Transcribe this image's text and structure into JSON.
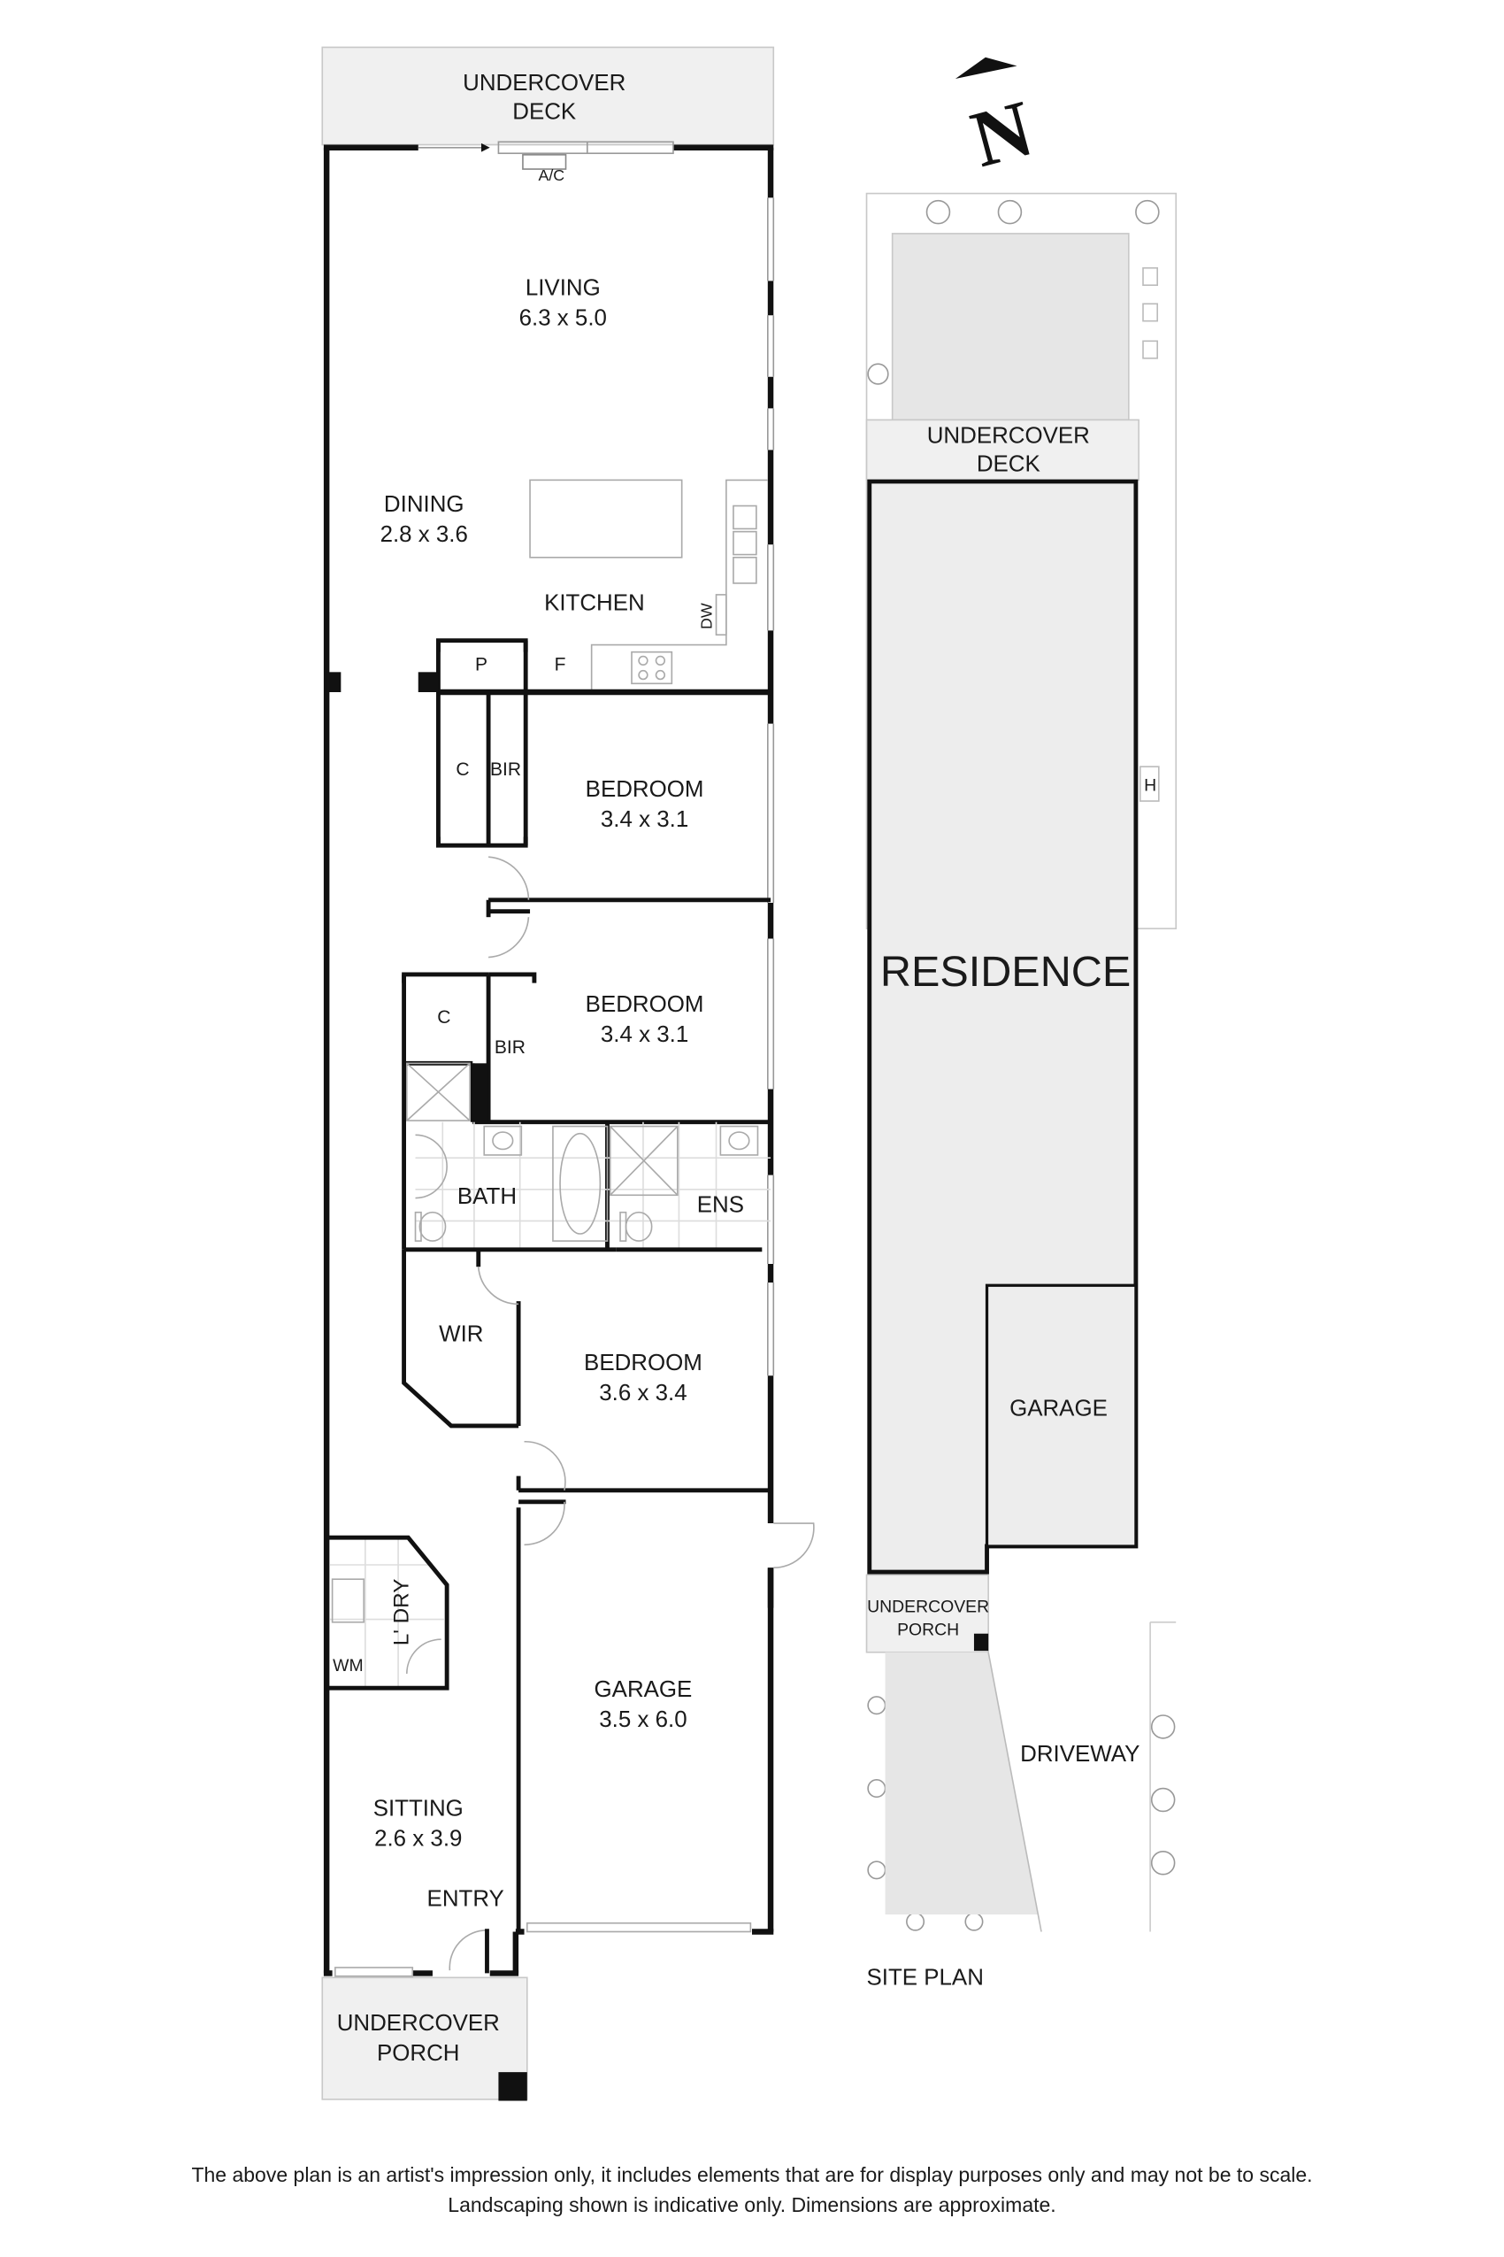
{
  "floor_plan": {
    "outdoor": {
      "deck": {
        "line1": "UNDERCOVER",
        "line2": "DECK"
      },
      "porch": {
        "line1": "UNDERCOVER",
        "line2": "PORCH"
      }
    },
    "fixtures": {
      "ac": "A/C",
      "dishwasher": "DW",
      "pantry": "P",
      "fridge": "F",
      "linen_cupboard": "C",
      "built_in_robe": "BIR",
      "washing_machine": "WM",
      "laundry": "L' DRY"
    },
    "rooms": {
      "living": {
        "name": "LIVING",
        "dims": "6.3 x 5.0"
      },
      "dining": {
        "name": "DINING",
        "dims": "2.8 x 3.6"
      },
      "kitchen": {
        "name": "KITCHEN"
      },
      "bedroom1": {
        "name": "BEDROOM",
        "dims": "3.4 x 3.1"
      },
      "bedroom2": {
        "name": "BEDROOM",
        "dims": "3.4 x 3.1"
      },
      "bath": {
        "name": "BATH"
      },
      "ensuite": {
        "name": "ENS"
      },
      "wir": {
        "name": "WIR"
      },
      "bedroom3": {
        "name": "BEDROOM",
        "dims": "3.6 x 3.4"
      },
      "garage": {
        "name": "GARAGE",
        "dims": "3.5 x 6.0"
      },
      "sitting": {
        "name": "SITTING",
        "dims": "2.6 x 3.9"
      },
      "entry": {
        "name": "ENTRY"
      }
    }
  },
  "compass": {
    "label": "N"
  },
  "site_plan": {
    "title": "SITE PLAN",
    "deck": {
      "line1": "UNDERCOVER",
      "line2": "DECK"
    },
    "residence": "RESIDENCE",
    "garage": "GARAGE",
    "porch": {
      "line1": "UNDERCOVER",
      "line2": "PORCH"
    },
    "driveway": "DRIVEWAY",
    "hot_water": "H"
  },
  "disclaimer": {
    "line1": "The above plan is an artist's impression only, it includes elements that are for display purposes only and may not be to scale.",
    "line2": "Landscaping shown is indicative only. Dimensions are approximate."
  },
  "colors": {
    "wall": "#111111",
    "outdoor_fill": "#f0f0f0",
    "site_fill": "#ededed",
    "line": "#bbbbbb"
  }
}
